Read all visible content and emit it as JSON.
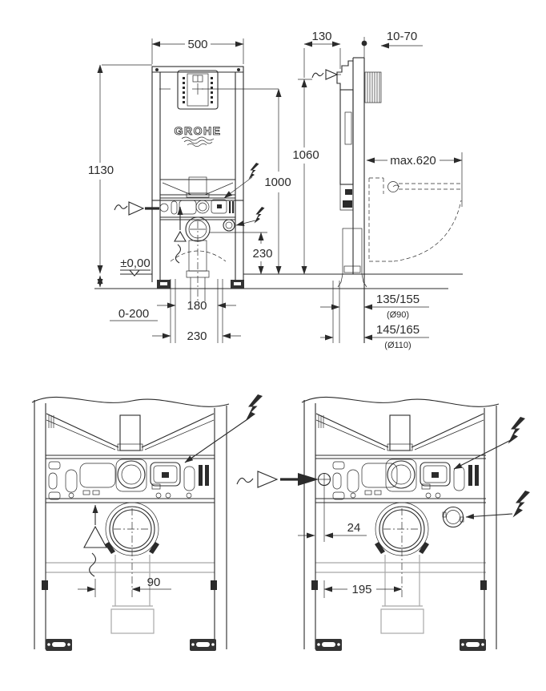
{
  "drawing": {
    "brand_logo": "GROHE",
    "palette": {
      "line": "#2b2b2b",
      "muted": "#a8a8a8",
      "background": "#ffffff"
    },
    "front_view": {
      "frame_width": "500",
      "frame_height": "1130",
      "actuation_height": "1000",
      "supply_height": "1060",
      "outlet_height": "230",
      "floor_level": "±0,00",
      "floor_buildup": "0-200",
      "outlet_offset_inner": "180",
      "outlet_offset_outer": "230"
    },
    "side_view": {
      "frame_depth": "130",
      "bracket_range": "10-70",
      "bowl_depth": "max.620",
      "outlet_a": "135/155",
      "outlet_a_diameter": "(Ø90)",
      "outlet_b": "145/165",
      "outlet_b_diameter": "(Ø110)"
    },
    "detail_left": {
      "flush_pipe_offset": "90"
    },
    "detail_right": {
      "supply_offset": "24",
      "drain_offset": "195"
    }
  }
}
